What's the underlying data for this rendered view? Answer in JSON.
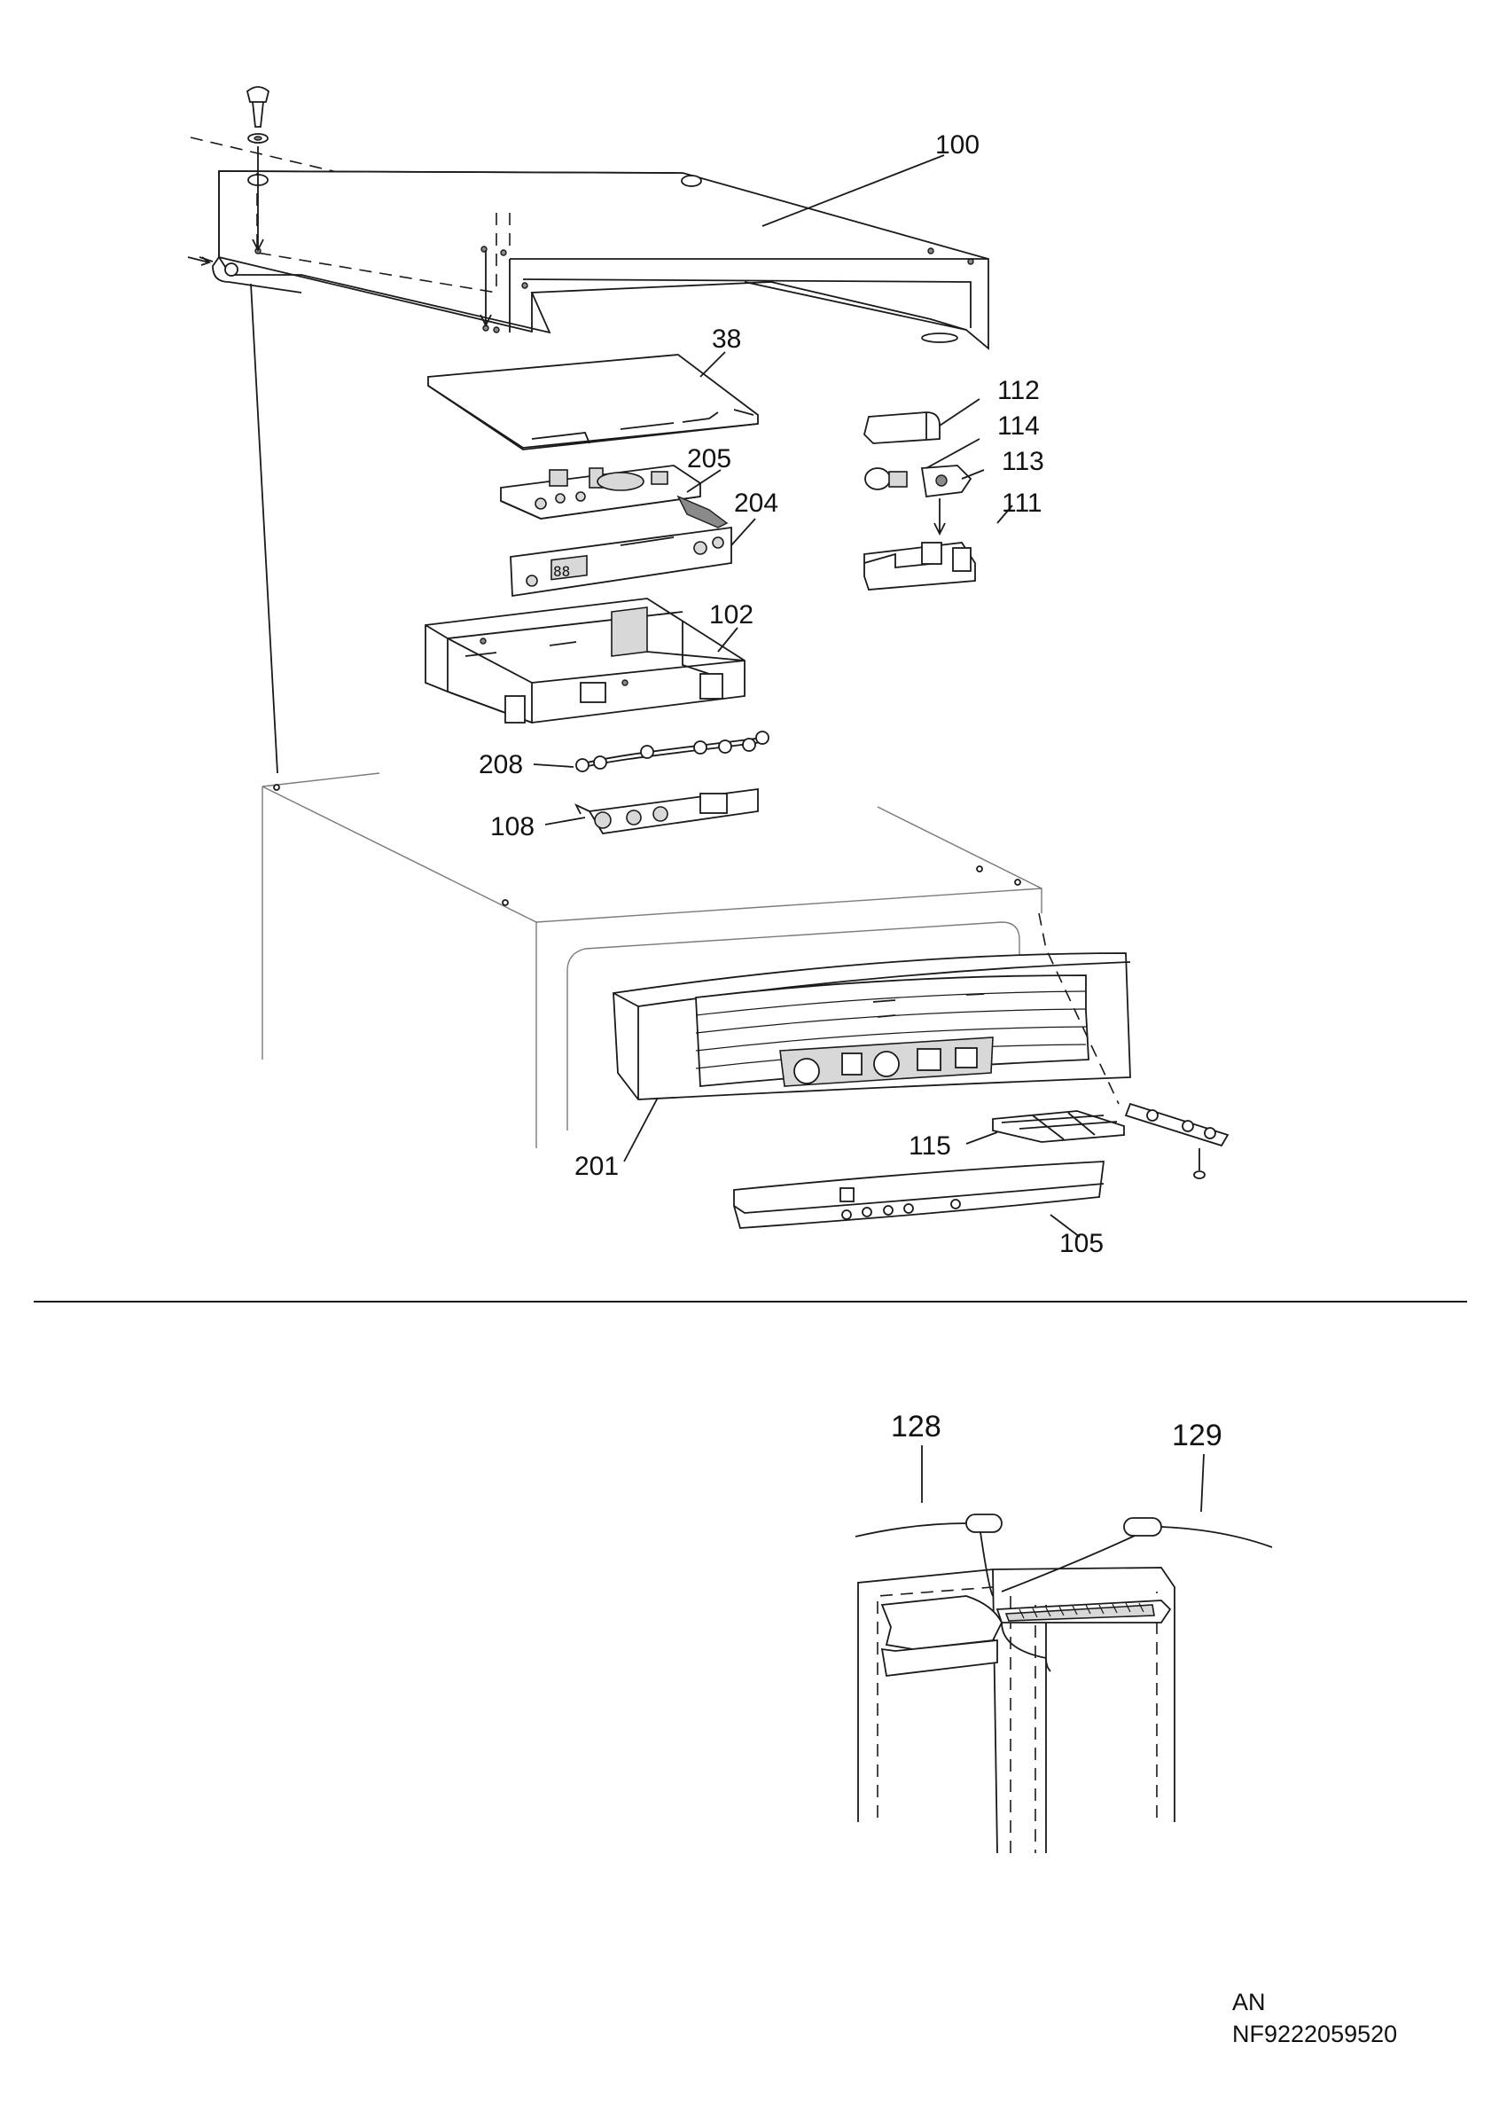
{
  "top_section": {
    "callouts": [
      "100",
      "38",
      "112",
      "114",
      "113",
      "111",
      "205",
      "204",
      "102",
      "208",
      "108",
      "201",
      "115",
      "105"
    ]
  },
  "bottom_section": {
    "callouts": [
      "128",
      "129"
    ]
  },
  "footer": {
    "code_line1": "AN",
    "code_line2": "NF9222059520"
  }
}
